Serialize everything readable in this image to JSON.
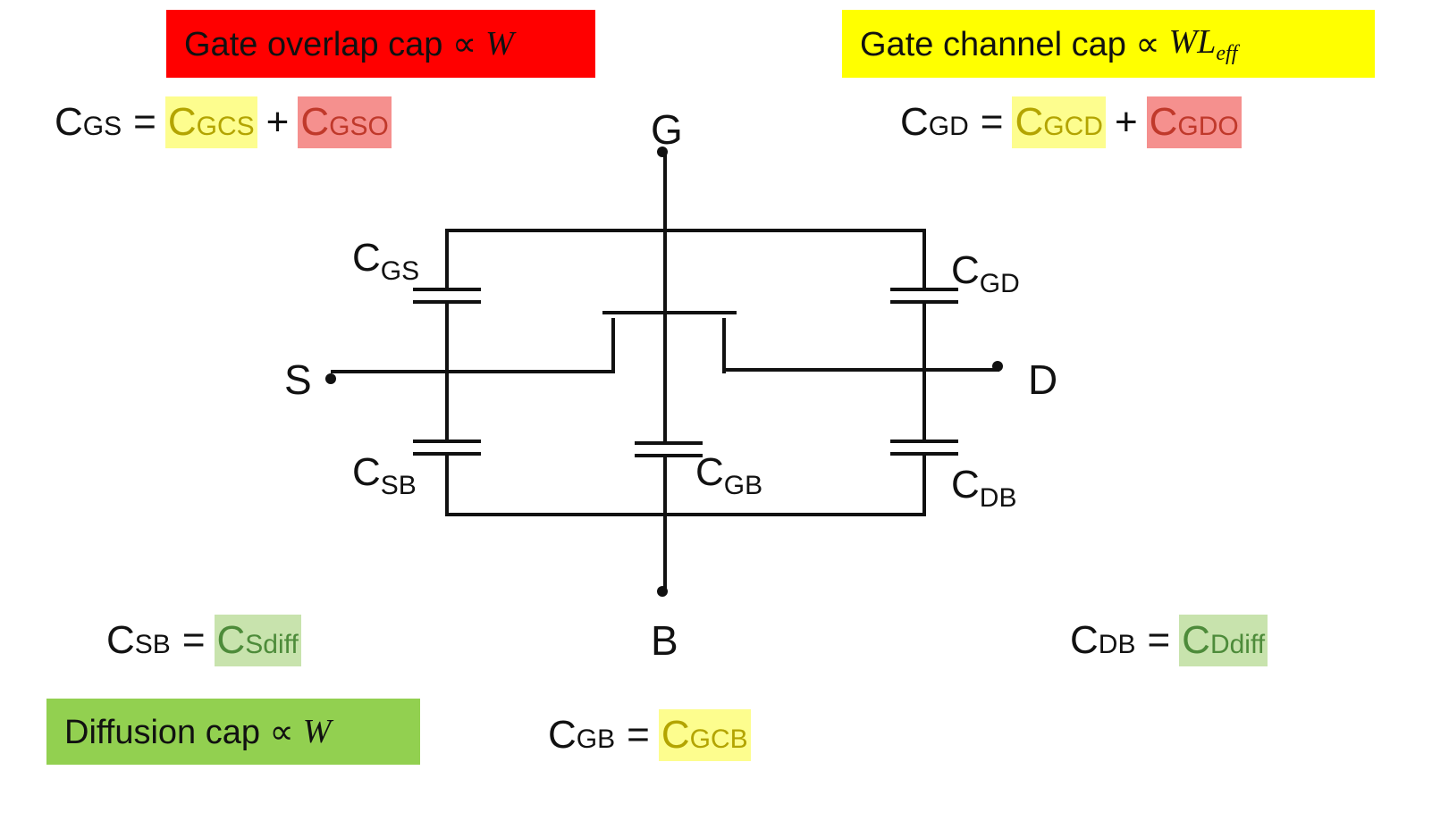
{
  "boxes": {
    "overlap": {
      "text": "Gate overlap cap ∝",
      "var": "W",
      "color": "#ff0000"
    },
    "channel": {
      "text": "Gate channel cap ∝",
      "var": "WL",
      "sub": "eff",
      "color": "#ffff00"
    },
    "diffusion": {
      "text": "Diffusion cap ∝",
      "var": "W",
      "color": "#92d050"
    }
  },
  "equations": {
    "cgs": {
      "lhs": "GS",
      "eq": "=",
      "t1": "GCS",
      "plus": "+",
      "t2": "GSO"
    },
    "cgd": {
      "lhs": "GD",
      "eq": "=",
      "t1": "GCD",
      "plus": "+",
      "t2": "GDO"
    },
    "csb": {
      "lhs": "SB",
      "eq": "=",
      "t1": "Sdiff"
    },
    "cdb": {
      "lhs": "DB",
      "eq": "=",
      "t1": "Ddiff"
    },
    "cgb": {
      "lhs": "GB",
      "eq": "=",
      "t1": "GCB"
    }
  },
  "cap_letter": "C",
  "nodes": {
    "g": "G",
    "s": "S",
    "d": "D",
    "b": "B"
  },
  "caps": {
    "gs": "GS",
    "gd": "GD",
    "sb": "SB",
    "gb": "GB",
    "db": "DB"
  }
}
